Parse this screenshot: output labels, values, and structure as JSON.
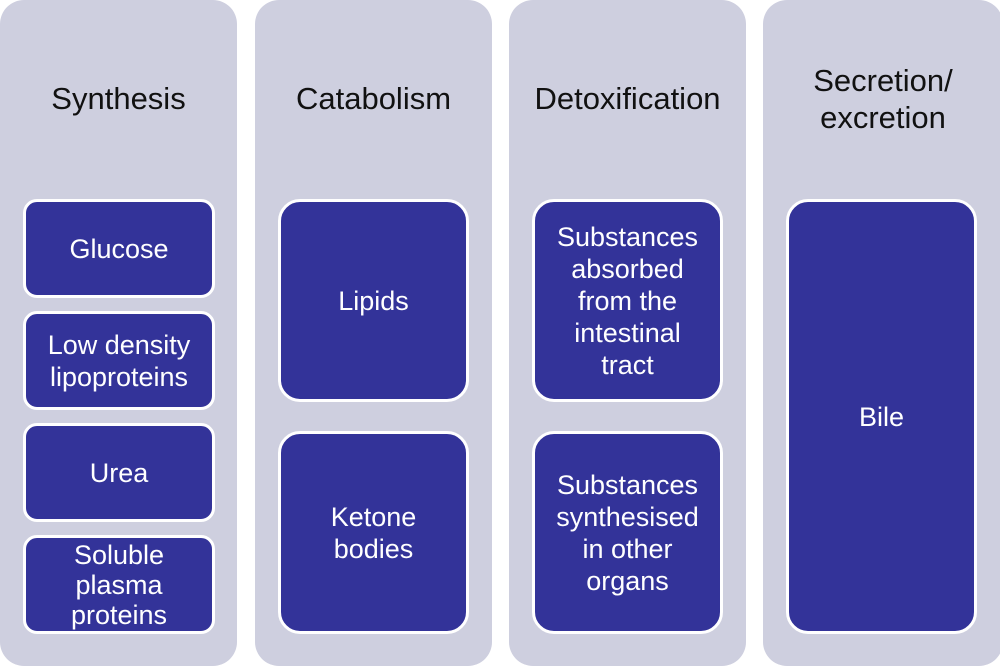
{
  "columns": [
    {
      "title": "Synthesis",
      "items": [
        "Glucose",
        "Low density lipoproteins",
        "Urea",
        "Soluble plasma proteins"
      ]
    },
    {
      "title": "Catabolism",
      "items": [
        "Lipids",
        "Ketone bodies"
      ]
    },
    {
      "title": "Detoxification",
      "items": [
        "Substances absorbed from the intestinal tract",
        "Substances synthesised in other organs"
      ]
    },
    {
      "title": "Secretion/ excretion",
      "items": [
        "Bile"
      ]
    }
  ],
  "colors": {
    "column_background": "#cecfdf",
    "box_fill": "#333399",
    "box_border": "#ffffff",
    "title_text": "#111111",
    "box_text": "#ffffff"
  }
}
